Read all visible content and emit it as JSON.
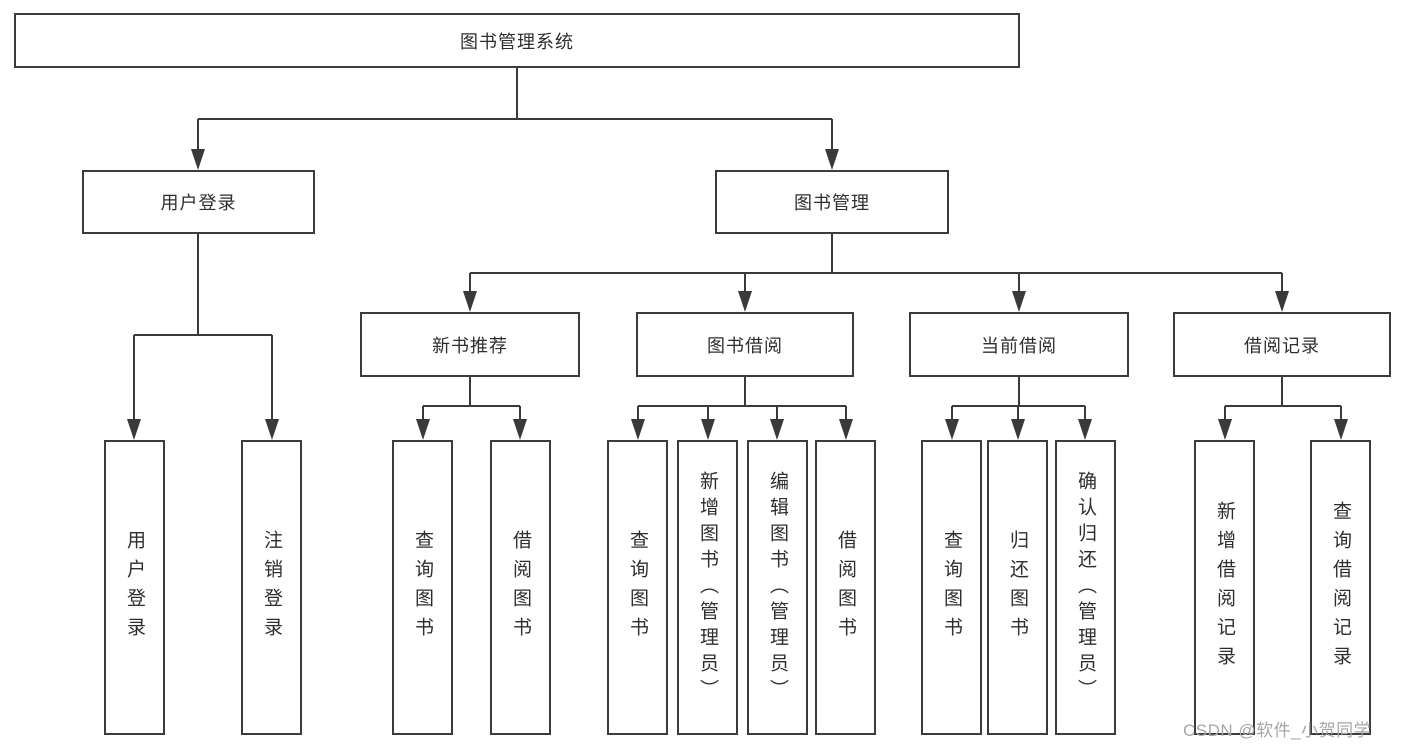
{
  "tree": {
    "label": "图书管理系统",
    "children": [
      {
        "label": "用户登录",
        "children": [
          {
            "label": "用户登录"
          },
          {
            "label": "注销登录"
          }
        ]
      },
      {
        "label": "图书管理",
        "children": [
          {
            "label": "新书推荐",
            "children": [
              {
                "label": "查询图书"
              },
              {
                "label": "借阅图书"
              }
            ]
          },
          {
            "label": "图书借阅",
            "children": [
              {
                "label": "查询图书"
              },
              {
                "label": "新增图书（管理员）"
              },
              {
                "label": "编辑图书（管理员）"
              },
              {
                "label": "借阅图书"
              }
            ]
          },
          {
            "label": "当前借阅",
            "children": [
              {
                "label": "查询图书"
              },
              {
                "label": "归还图书"
              },
              {
                "label": "确认归还（管理员）"
              }
            ]
          },
          {
            "label": "借阅记录",
            "children": [
              {
                "label": "新增借阅记录"
              },
              {
                "label": "查询借阅记录"
              }
            ]
          }
        ]
      }
    ]
  },
  "watermark": {
    "text": "CSDN @软件_小贺同学"
  },
  "colors": {
    "line": "#3a3a3a",
    "box_border": "#3c3c3c",
    "text": "#2e2e2e",
    "watermark": "#a6a6a6",
    "background": "#ffffff"
  }
}
